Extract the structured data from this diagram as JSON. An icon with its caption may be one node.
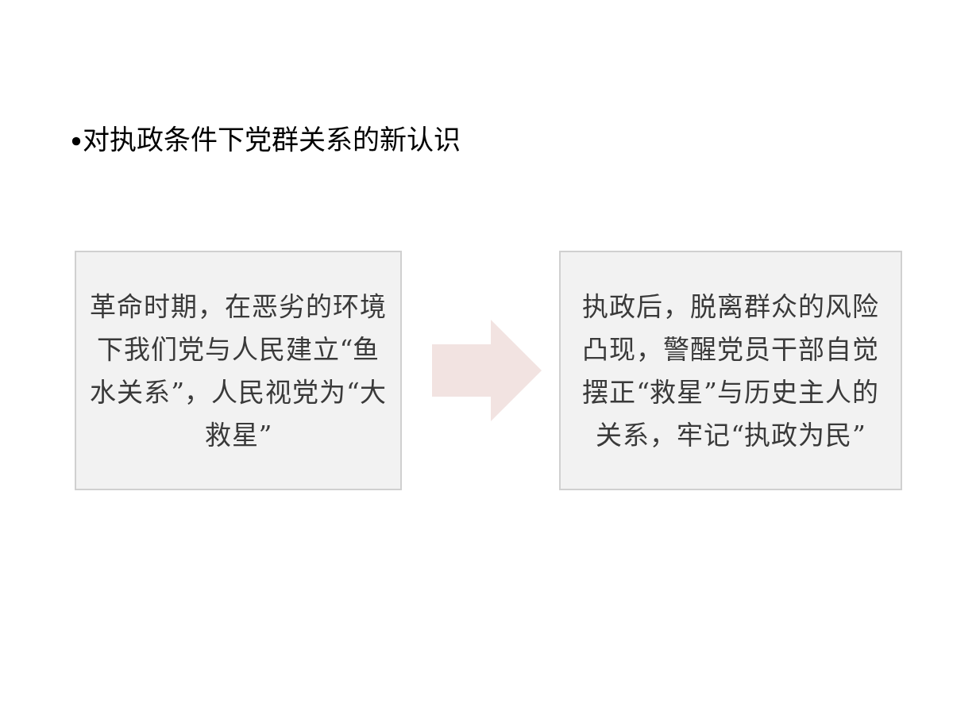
{
  "diagram": {
    "title": "对执政条件下党群关系的新认识",
    "nodes": [
      {
        "text": [
          "革命时期，在恶劣的环境下我们党与人民建立“鱼水关系”，人民视党为“大救星”"
        ]
      },
      {
        "text": [
          "执政后，脱离群众的风险凸现，警醒党员干部自觉摆正“救星”与历史主人的关系，牢记“执政为民”"
        ]
      }
    ],
    "edges": [
      {
        "from": 0,
        "to": 1,
        "arrow": "to"
      }
    ]
  }
}
